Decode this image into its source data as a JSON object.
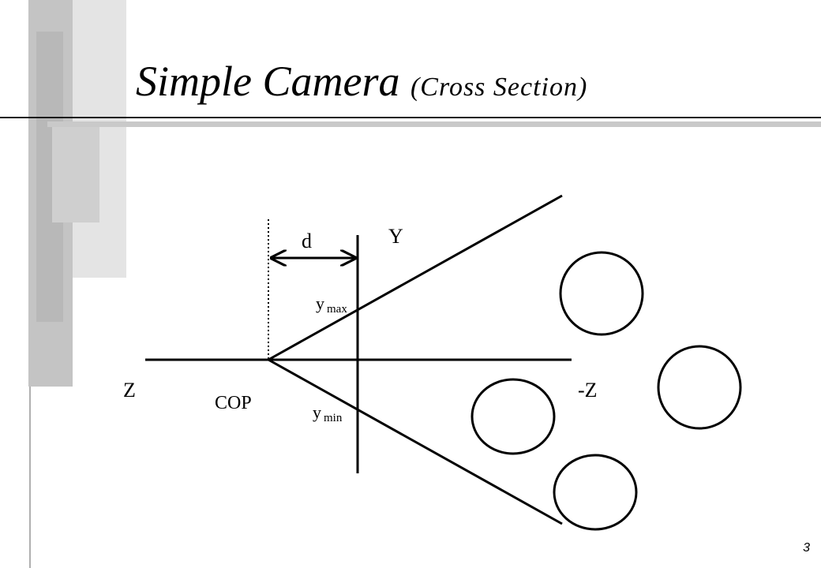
{
  "slide": {
    "title": "Simple Camera",
    "subtitle": "(Cross Section)",
    "page_number": "3"
  },
  "diagram": {
    "labels": {
      "d": "d",
      "y_axis": "Y",
      "y_max_base": "y",
      "y_max_sub": "max",
      "y_min_base": "y",
      "y_min_sub": "min",
      "z_axis": "Z",
      "neg_z_axis": "-Z",
      "cop": "COP"
    }
  },
  "colors": {
    "ink": "#000000",
    "deco_gray_dark": "#bdbdbd",
    "deco_gray_light": "#d6d6d6",
    "rule_light": "#c9c9c9"
  }
}
